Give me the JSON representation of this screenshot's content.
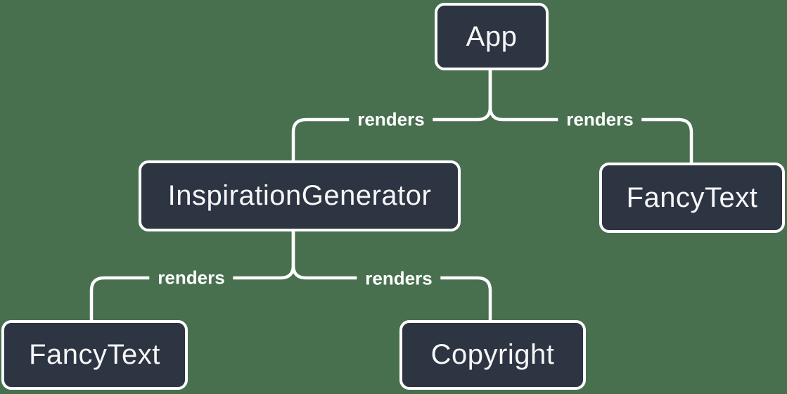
{
  "colors": {
    "background": "#48704F",
    "node_fill": "#2D3442",
    "stroke": "#FFFFFF",
    "node_text": "#F5F6F7"
  },
  "nodes": {
    "app": {
      "label": "App"
    },
    "inspiration_generator": {
      "label": "InspirationGenerator"
    },
    "fancy_text_top": {
      "label": "FancyText"
    },
    "fancy_text_bottom": {
      "label": "FancyText"
    },
    "copyright": {
      "label": "Copyright"
    }
  },
  "edges": [
    {
      "from": "App",
      "to": "InspirationGenerator",
      "label": "renders"
    },
    {
      "from": "App",
      "to": "FancyText",
      "label": "renders"
    },
    {
      "from": "InspirationGenerator",
      "to": "FancyText",
      "label": "renders"
    },
    {
      "from": "InspirationGenerator",
      "to": "Copyright",
      "label": "renders"
    }
  ]
}
